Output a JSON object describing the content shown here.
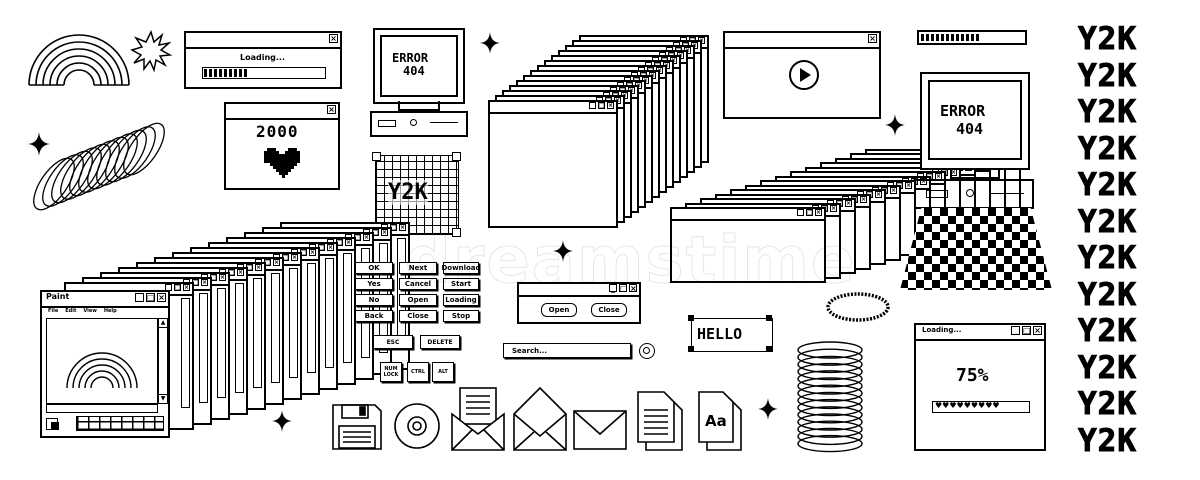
{
  "loading_window": {
    "label": "Loading..."
  },
  "year_window": {
    "year": "2000"
  },
  "error_monitor_small": {
    "line1": "ERROR",
    "line2": "404"
  },
  "error_monitor_large": {
    "line1": "ERROR",
    "line2": "404"
  },
  "grid_badge": {
    "text": "Y2K"
  },
  "paint_window": {
    "title": "Paint",
    "menu": [
      "File",
      "Edit",
      "View",
      "Help"
    ]
  },
  "buttons_grid": {
    "rows": [
      [
        "OK",
        "Next",
        "Download"
      ],
      [
        "Yes",
        "Cancel",
        "Start"
      ],
      [
        "No",
        "Open",
        "Loading"
      ],
      [
        "Back",
        "Close",
        "Stop"
      ]
    ]
  },
  "keys": {
    "row1": [
      "ESC",
      "DELETE"
    ],
    "row2": [
      "NUM LOCK",
      "CTRL",
      "ALT"
    ]
  },
  "open_close_dialog": {
    "open": "Open",
    "close": "Close"
  },
  "search": {
    "placeholder": "Search..."
  },
  "hello_tag": {
    "text": "HELLO"
  },
  "progress_window": {
    "label": "Loading...",
    "percent_text": "75%",
    "progress": 0.75,
    "hearts": "♥♥♥♥♥♥♥♥♥"
  },
  "font_file": {
    "text": "Aa"
  },
  "y2k_column": {
    "text": "Y2K",
    "count": 12
  },
  "watermark": {
    "text": "dreamstime"
  },
  "icons": [
    "rainbow-icon",
    "sun-burst-icon",
    "sparkle-icon",
    "heart-icon",
    "play-icon",
    "floppy-disk-icon",
    "cd-icon",
    "envelope-icon",
    "document-icon",
    "coil-icon"
  ]
}
